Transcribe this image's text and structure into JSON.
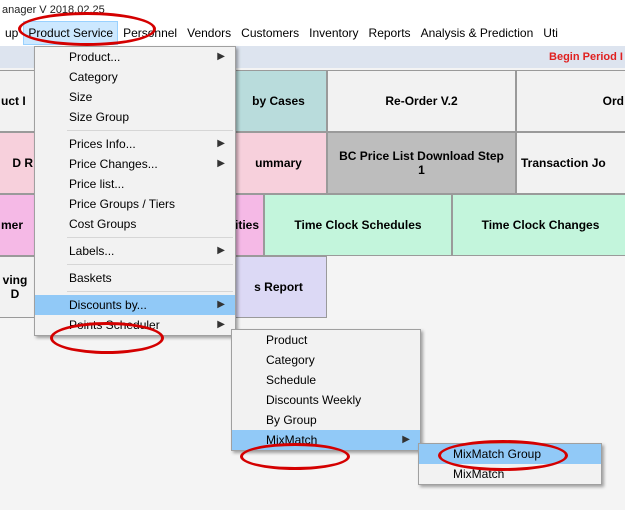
{
  "window": {
    "title": "anager V 2018.02.25"
  },
  "menubar": {
    "items": [
      "up",
      "Product Service",
      "Personnel",
      "Vendors",
      "Customers",
      "Inventory",
      "Reports",
      "Analysis & Prediction",
      "Uti"
    ]
  },
  "banner": {
    "period": "Begin Period I"
  },
  "tiles": {
    "r1": [
      "uct I",
      "by Cases",
      "Re-Order V.2",
      "Ord"
    ],
    "r2_a": "D R",
    "r2": [
      "ummary",
      "BC Price List Download Step 1",
      "Transaction Jo"
    ],
    "r3": [
      "mer",
      "ities",
      "Time Clock Schedules",
      "Time Clock Changes"
    ],
    "r4_a": "ving D",
    "r4": [
      "s Report"
    ]
  },
  "menu1": {
    "items": [
      "Product...",
      "Category",
      "Size",
      "Size Group",
      "Prices Info...",
      "Price Changes...",
      "Price list...",
      "Price Groups / Tiers",
      "Cost Groups",
      "Labels...",
      "Baskets",
      "Discounts by...",
      "Points Scheduler"
    ]
  },
  "menu2": {
    "items": [
      "Product",
      "Category",
      "Schedule",
      "Discounts Weekly",
      "By Group",
      "MixMatch"
    ]
  },
  "menu3": {
    "items": [
      "MixMatch Group",
      "MixMatch"
    ]
  },
  "colors": {
    "highlight": "#91c9f7",
    "annotation": "#d40000",
    "banner_text": "#e02020"
  }
}
